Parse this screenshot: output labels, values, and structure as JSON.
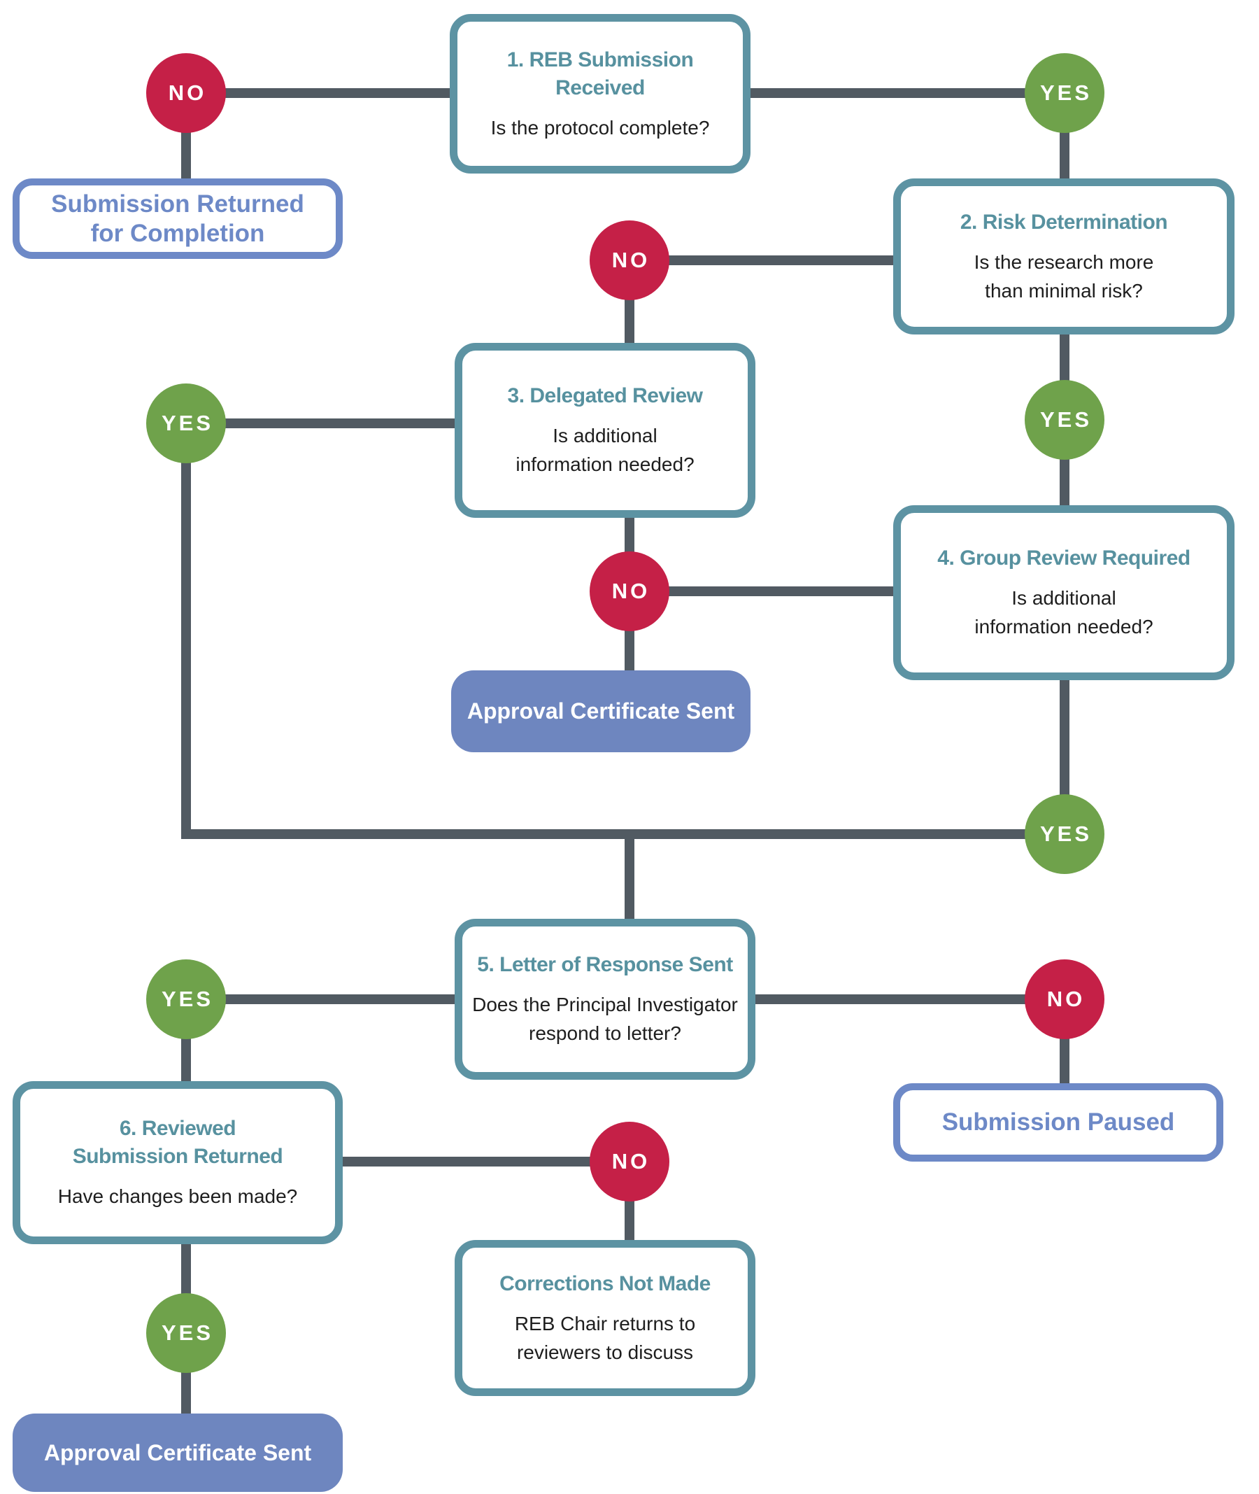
{
  "palette": {
    "teal_border": "#5d93a3",
    "teal_title_text": "#57919f",
    "question_text": "#1e1e1e",
    "yes_green": "#6fa24b",
    "no_red": "#c52047",
    "outline_blue": "#6d89c7",
    "fill_blue": "#6e86bf",
    "connector_gray": "#515a62",
    "background": "#ffffff"
  },
  "labels": {
    "yes": "YES",
    "no": "NO"
  },
  "steps": {
    "step1": {
      "title": "1. REB Submission Received",
      "title_lines": [
        "1. REB Submission",
        "Received"
      ],
      "question": "Is the protocol complete?",
      "question_lines": [
        "Is the protocol complete?"
      ]
    },
    "step2": {
      "title": "2. Risk Determination",
      "title_lines": [
        "2. Risk Determination"
      ],
      "question": "Is the research more than minimal risk?",
      "question_lines": [
        "Is the research more",
        "than minimal risk?"
      ]
    },
    "step3": {
      "title": "3. Delegated Review",
      "title_lines": [
        "3. Delegated Review"
      ],
      "question": "Is additional information needed?",
      "question_lines": [
        "Is additional",
        "information needed?"
      ]
    },
    "step4": {
      "title": "4. Group Review Required",
      "title_lines": [
        "4. Group Review Required"
      ],
      "question": "Is additional information needed?",
      "question_lines": [
        "Is additional",
        "information needed?"
      ]
    },
    "step5": {
      "title": "5. Letter of Response Sent",
      "title_lines": [
        "5. Letter of Response Sent"
      ],
      "question": "Does the Principal Investigator respond to letter?",
      "question_lines": [
        "Does the Principal Investigator",
        "respond to letter?"
      ]
    },
    "step6": {
      "title": "6. Reviewed Submission Returned",
      "title_lines": [
        "6. Reviewed",
        "Submission Returned"
      ],
      "question": "Have changes been made?",
      "question_lines": [
        "Have changes been made?"
      ]
    },
    "corrections": {
      "title": "Corrections Not Made",
      "title_lines": [
        "Corrections Not Made"
      ],
      "question": "REB Chair returns to reviewers to discuss",
      "question_lines": [
        "REB Chair returns to",
        "reviewers to discuss"
      ]
    }
  },
  "outcomes": {
    "submission_returned": {
      "text": "Submission Returned for Completion",
      "lines": [
        "Submission Returned",
        "for Completion"
      ]
    },
    "submission_paused": {
      "text": "Submission Paused",
      "lines": [
        "Submission Paused"
      ]
    },
    "approval_top": {
      "text": "Approval Certificate Sent",
      "lines": [
        "Approval Certificate Sent"
      ]
    },
    "approval_bottom": {
      "text": "Approval Certificate Sent",
      "lines": [
        "Approval Certificate Sent"
      ]
    }
  },
  "flow": [
    {
      "from": "step1",
      "answer": "NO",
      "to": "submission_returned"
    },
    {
      "from": "step1",
      "answer": "YES",
      "to": "step2"
    },
    {
      "from": "step2",
      "answer": "NO",
      "to": "step3"
    },
    {
      "from": "step2",
      "answer": "YES",
      "to": "step4"
    },
    {
      "from": "step3",
      "answer": "NO",
      "to": "approval_certificate_sent"
    },
    {
      "from": "step3",
      "answer": "YES",
      "to": "step5"
    },
    {
      "from": "step4",
      "answer": "NO",
      "to": "approval_certificate_sent"
    },
    {
      "from": "step4",
      "answer": "YES",
      "to": "step5"
    },
    {
      "from": "step5",
      "answer": "YES",
      "to": "step6"
    },
    {
      "from": "step5",
      "answer": "NO",
      "to": "submission_paused"
    },
    {
      "from": "step6",
      "answer": "NO",
      "to": "corrections_not_made"
    },
    {
      "from": "step6",
      "answer": "YES",
      "to": "approval_certificate_sent"
    }
  ]
}
